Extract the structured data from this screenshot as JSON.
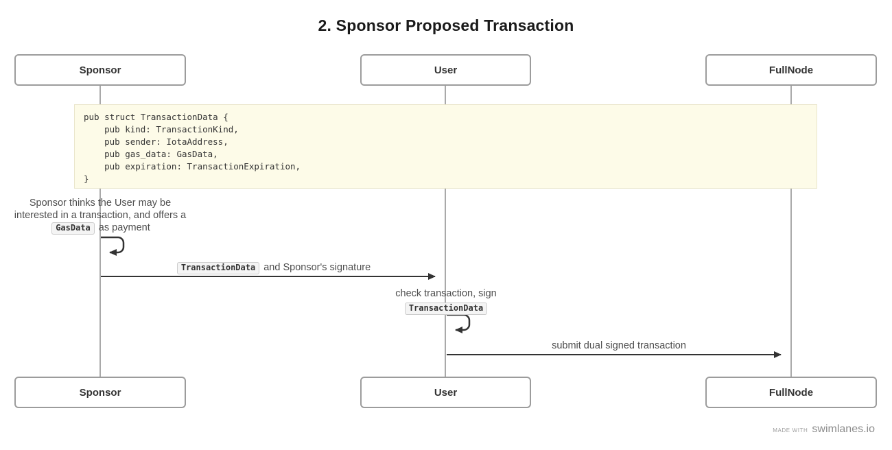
{
  "title": "2. Sponsor Proposed Transaction",
  "actors": [
    {
      "id": "sponsor",
      "label": "Sponsor"
    },
    {
      "id": "user",
      "label": "User"
    },
    {
      "id": "fullnode",
      "label": "FullNode"
    }
  ],
  "code_block": {
    "language": "rust",
    "lines": [
      "pub struct TransactionData {",
      "    pub kind: TransactionKind,",
      "    pub sender: IotaAddress,",
      "    pub gas_data: GasData,",
      "    pub expiration: TransactionExpiration,",
      "}"
    ]
  },
  "note": {
    "before": "Sponsor thinks the User may be interested in a transaction, and offers a ",
    "code": "GasData",
    "after": " as payment"
  },
  "messages": {
    "message1": {
      "from": "Sponsor",
      "to": "User",
      "code": "TransactionData",
      "text": " and Sponsor's signature"
    },
    "message2": {
      "from": "User",
      "to": "User",
      "line1": "check transaction, sign",
      "code": "TransactionData"
    },
    "message3": {
      "from": "User",
      "to": "FullNode",
      "text": "submit dual signed transaction"
    }
  },
  "footer": {
    "made_with": "made with",
    "brand": "swimlanes.io"
  },
  "colors": {
    "background": "#ffffff",
    "title_text": "#1a1a1a",
    "actor_border": "#9c9c9c",
    "actor_text": "#333333",
    "lifeline": "#a9a9a9",
    "arrow": "#333333",
    "label_text": "#4d4d4d",
    "code_block_bg": "#fdfbe8",
    "code_block_border": "#e9e5cb",
    "inline_code_bg": "#f4f4f4",
    "inline_code_border": "#cccccc",
    "footer_text": "#8c8c8c"
  }
}
